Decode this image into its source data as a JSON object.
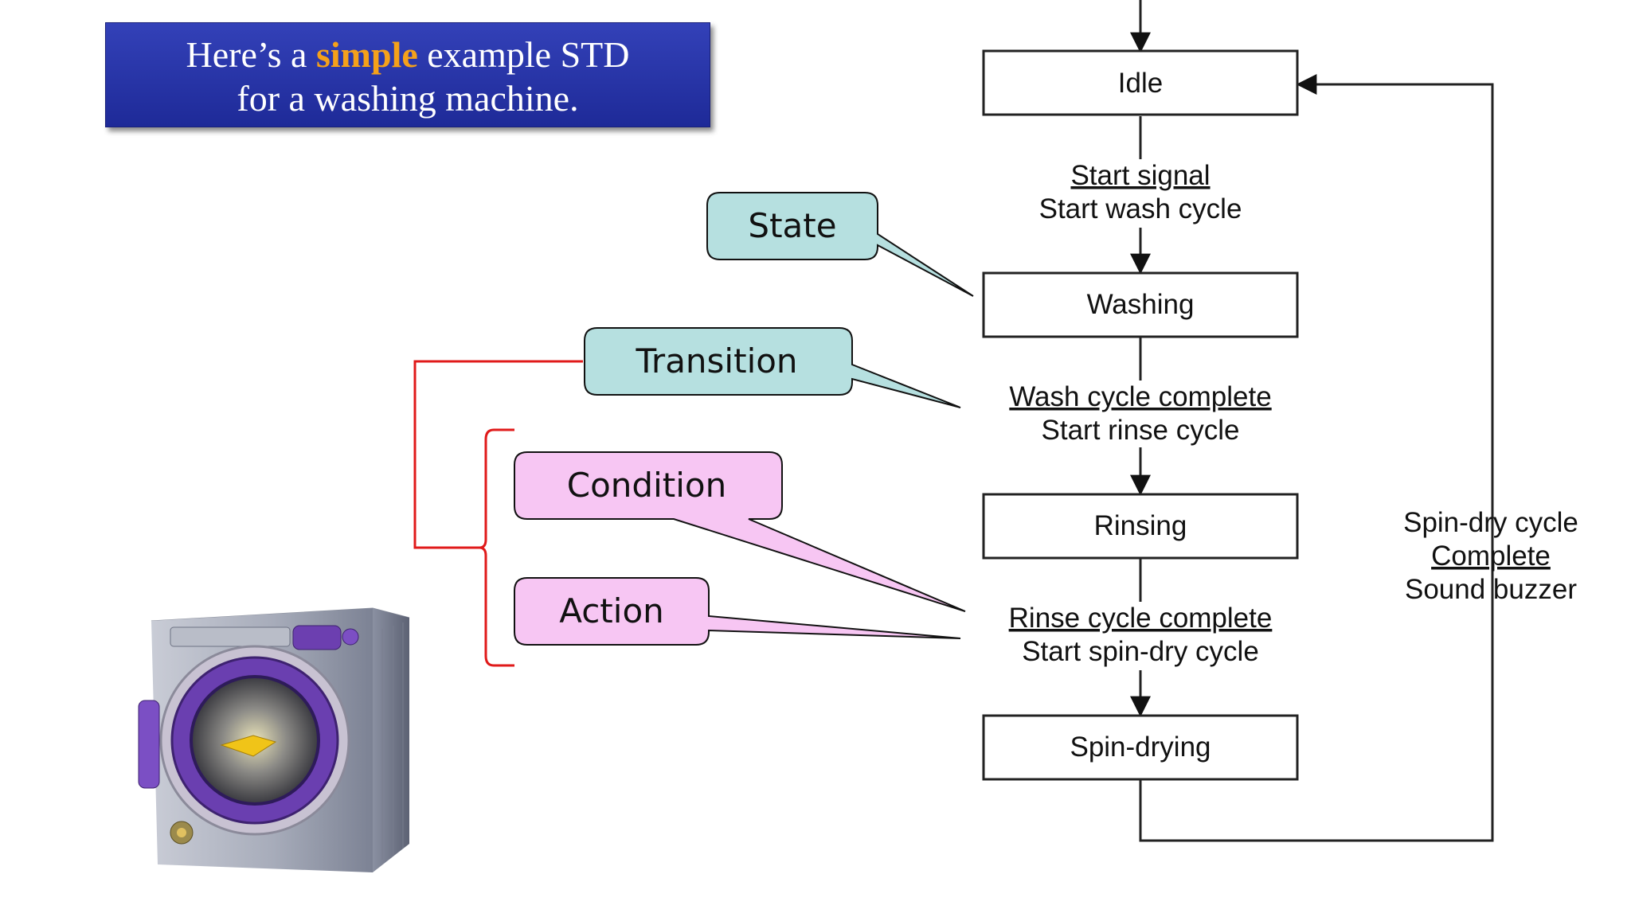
{
  "title": {
    "before": "Here’s a ",
    "highlight": "simple",
    "after_line1": " example STD",
    "line2": "for a washing machine."
  },
  "states": {
    "idle": "Idle",
    "washing": "Washing",
    "rinsing": "Rinsing",
    "spin_drying": "Spin-drying"
  },
  "transitions": {
    "start": {
      "condition": "Start signal",
      "action": "Start wash cycle"
    },
    "wash_done": {
      "condition": "Wash cycle complete",
      "action": "Start rinse cycle"
    },
    "rinse_done": {
      "condition": "Rinse cycle complete",
      "action": "Start spin-dry cycle"
    },
    "spin_done": {
      "line1": "Spin-dry cycle",
      "condition": "Complete",
      "action": "Sound buzzer"
    }
  },
  "callouts": {
    "state": "State",
    "transition": "Transition",
    "condition": "Condition",
    "action": "Action"
  },
  "colors": {
    "banner": "#2a36aa",
    "highlight": "#f5a11a",
    "teal_callout": "#b6e0e0",
    "pink_callout": "#f7c6f3",
    "bracket": "#e01a1a"
  },
  "illustration": "washing-machine"
}
